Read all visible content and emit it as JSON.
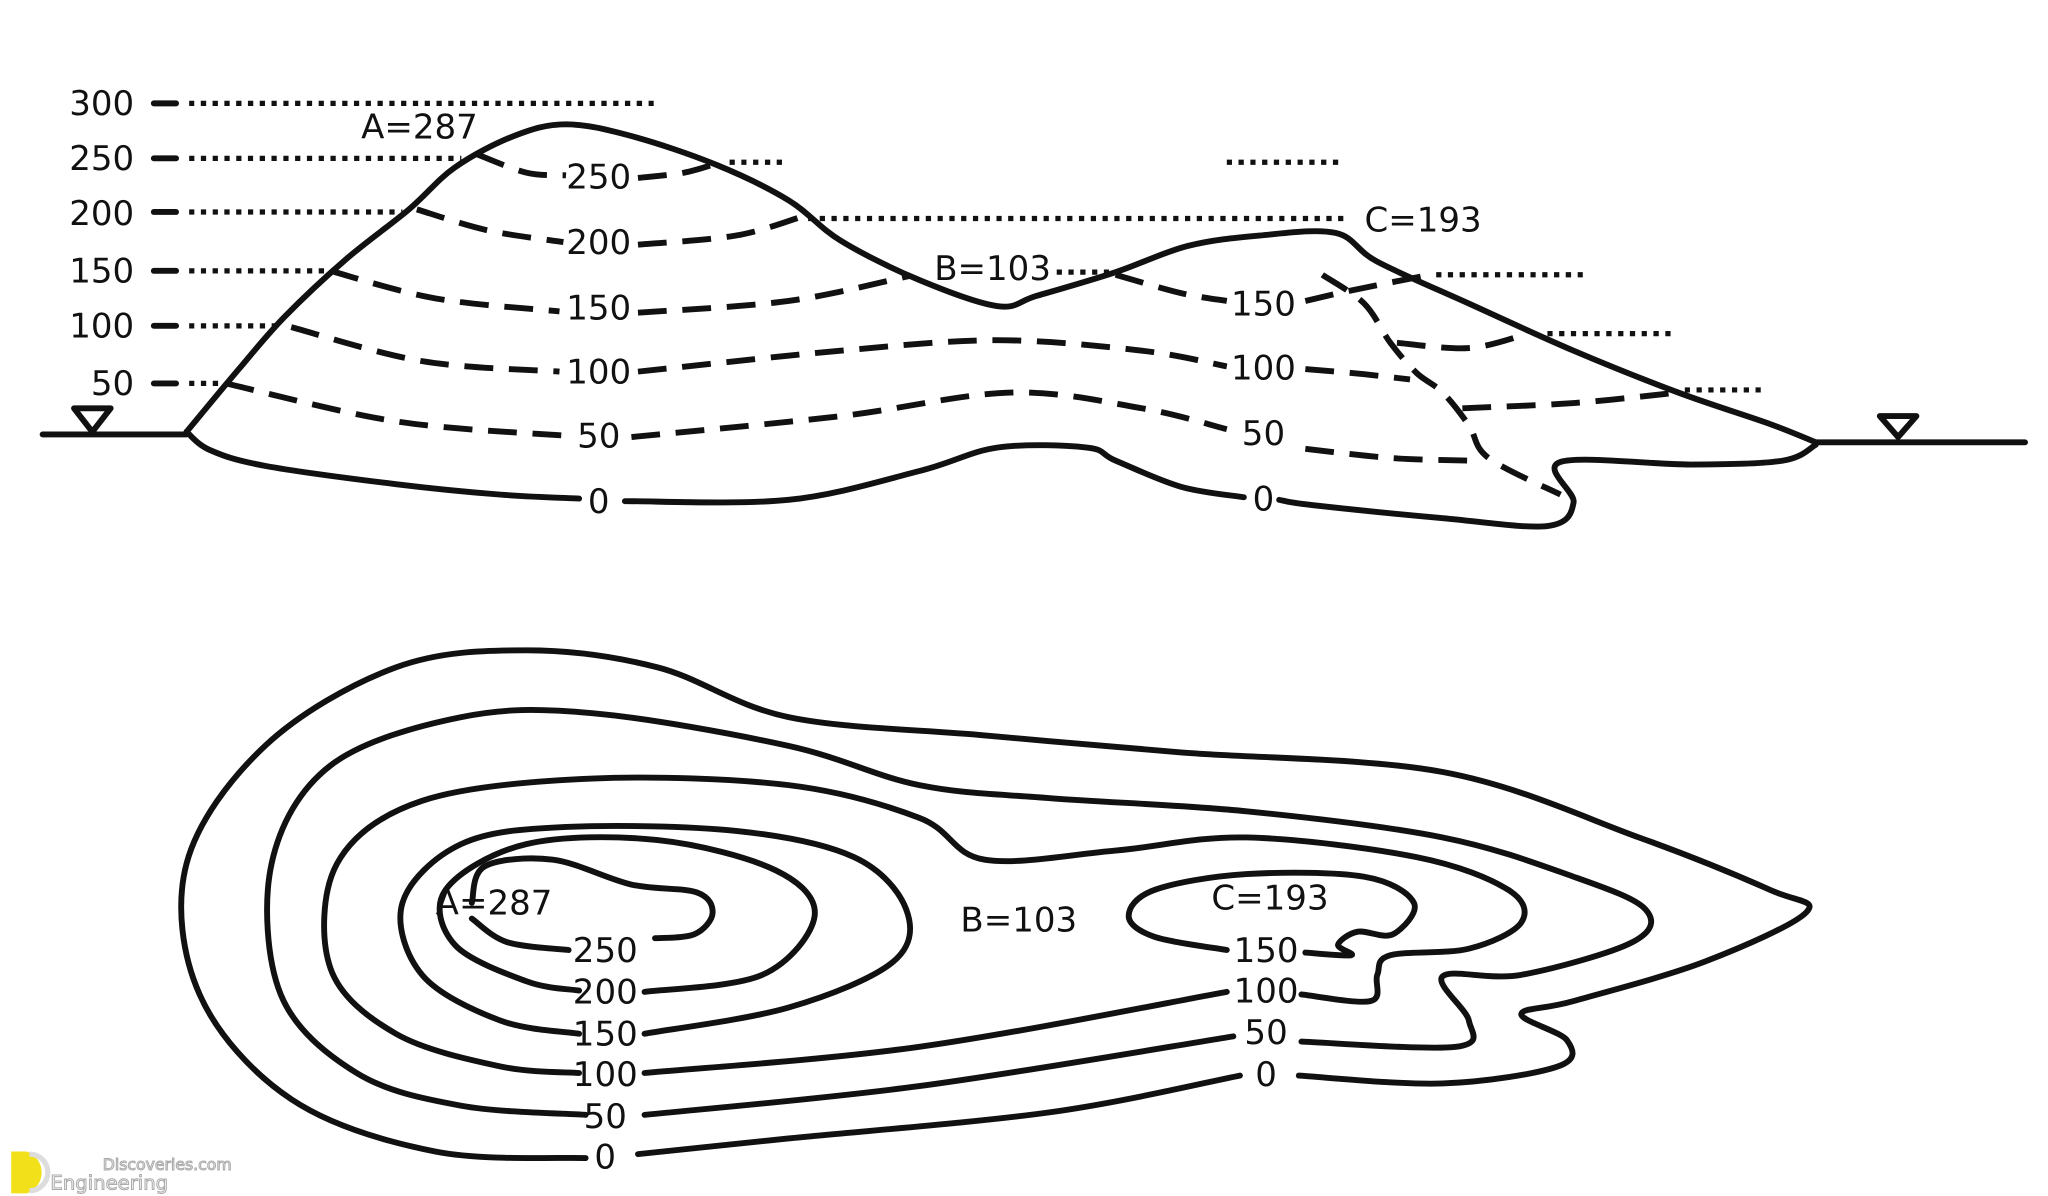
{
  "section": {
    "elevation_ticks": [
      "300",
      "250",
      "200",
      "150",
      "100",
      "50"
    ],
    "points": {
      "a": "A=287",
      "b": "B=103",
      "c": "C=193"
    },
    "left_contour_labels": [
      "250",
      "200",
      "150",
      "100",
      "50",
      "0"
    ],
    "right_contour_labels": [
      "150",
      "100",
      "50",
      "0"
    ]
  },
  "plan": {
    "points": {
      "a": "A=287",
      "b": "B=103",
      "c": "C=193"
    },
    "left_contour_labels": [
      "250",
      "200",
      "150",
      "100",
      "50",
      "0"
    ],
    "right_contour_labels": [
      "150",
      "100",
      "50",
      "0"
    ]
  },
  "logo": {
    "line1": "Discoveries.com",
    "line2": "Engineering",
    "accent": "#f2e01a"
  },
  "colors": {
    "ink": "#111111",
    "background": "#ffffff"
  }
}
